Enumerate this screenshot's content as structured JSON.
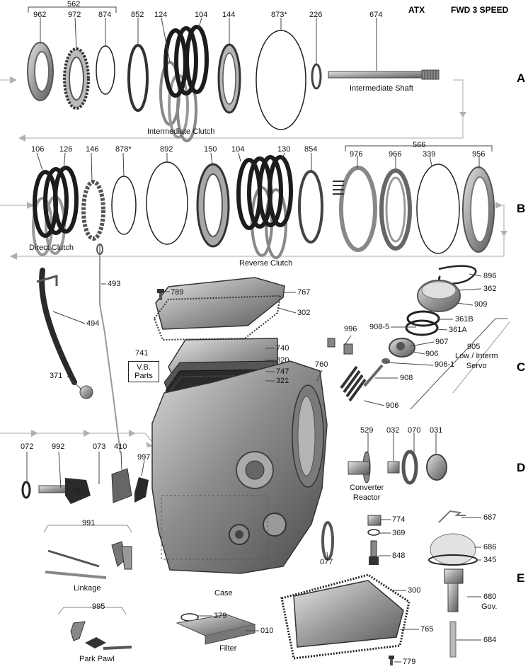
{
  "header": {
    "model": "ATX",
    "description": "FWD 3 SPEED"
  },
  "sections": [
    "A",
    "B",
    "C",
    "D",
    "E"
  ],
  "part_numbers": {
    "p562": "562",
    "p962": "962",
    "p972": "972",
    "p874": "874",
    "p852": "852",
    "p124": "124",
    "p104a": "104",
    "p144": "144",
    "p873": "873*",
    "p226": "226",
    "p674": "674",
    "p106": "106",
    "p126": "126",
    "p146": "146",
    "p878": "878*",
    "p892": "892",
    "p150": "150",
    "p104b": "104",
    "p130": "130",
    "p854": "854",
    "p566": "566",
    "p976": "976",
    "p966": "966",
    "p339": "339",
    "p956": "956",
    "p493": "493",
    "p494": "494",
    "p371": "371",
    "p789": "789",
    "p767": "767",
    "p302": "302",
    "p741": "741",
    "p740": "740",
    "p320": "320",
    "p747": "747",
    "p321": "321",
    "p760": "760",
    "p996": "996",
    "p896": "896",
    "p362": "362",
    "p909": "909",
    "p361b": "361B",
    "p9085": "908-5",
    "p361a": "361A",
    "p907": "907",
    "p906a": "906",
    "p9061": "906-1",
    "p905": "905",
    "p908": "908",
    "p906b": "906",
    "p072": "072",
    "p992": "992",
    "p073": "073",
    "p410": "410",
    "p997": "997",
    "p529": "529",
    "p032": "032",
    "p070": "070",
    "p031": "031",
    "p991": "991",
    "p774": "774",
    "p369": "369",
    "p848": "848",
    "p077": "077",
    "p687": "687",
    "p686": "686",
    "p345": "345",
    "p680": "680",
    "p684": "684",
    "p995": "995",
    "p379": "379",
    "p010": "010",
    "p300": "300",
    "p765": "765",
    "p779": "779"
  },
  "captions": {
    "intermediate_clutch": "Intermediate Clutch",
    "intermediate_shaft": "Intermediate Shaft",
    "direct_clutch": "Direct Clutch",
    "reverse_clutch": "Reverse Clutch",
    "vb_parts_line1": "V.B.",
    "vb_parts_line2": "Parts",
    "low_interm_line1": "Low / Interm",
    "low_interm_line2": "Servo",
    "converter_line1": "Converter",
    "converter_line2": "Reactor",
    "linkage": "Linkage",
    "case": "Case",
    "gov": "Gov.",
    "park_pawl": "Park Pawl",
    "filter": "Filter"
  },
  "colors": {
    "dark_part": "#1c1c1c",
    "metal": "#9a9a9a",
    "metal_light": "#cfcfcf",
    "line": "#888888",
    "flow_arrow": "#9a9a9a"
  }
}
